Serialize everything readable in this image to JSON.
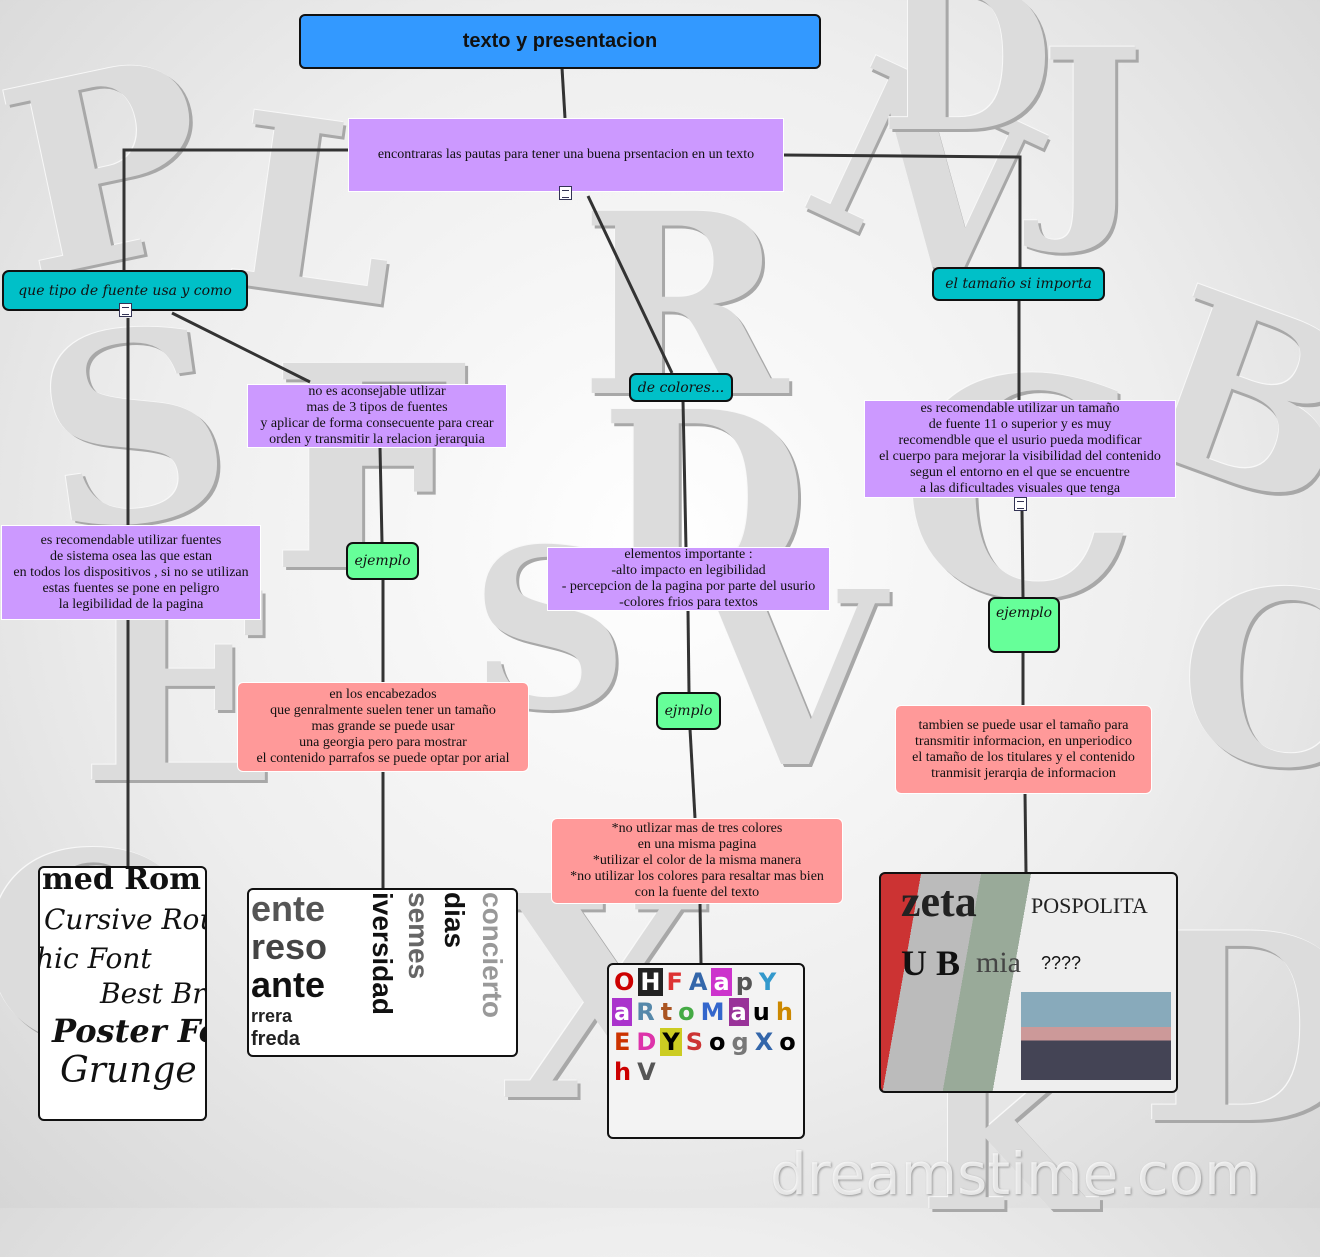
{
  "title": "texto y presentacion",
  "main": "encontraras las pautas para tener una buena prsentacion en un texto",
  "branches": {
    "fuente": {
      "label": "que tipo de fuente usa y como",
      "sistema": "es recomendable utilizar fuentes\nde sistema osea las que estan\nen todos los dispositivos , si no se utilizan\nestas fuentes se pone en peligro\nla legibilidad de la pagina",
      "tipos": "no es aconsejable utlizar\nmas de 3 tipos de fuentes\ny aplicar de forma consecuente para crear\norden  y transmitir la relacion jerarquia",
      "ejemplo": "ejemplo",
      "ejemplo_text": "en los encabezados\nque genralmente suelen tener un tamaño\nmas grande se puede usar\nuna georgia pero para mostrar\nel contenido parrafos se puede optar por arial"
    },
    "colores": {
      "label": "de colores...",
      "elementos": "elementos importante :\n-alto impacto en legibilidad\n- percepcion de la pagina por parte del usurio\n-colores frios para textos",
      "ejemplo": "ejmplo",
      "ejemplo_text": "*no utlizar mas de tres colores\nen una misma pagina\n*utilizar el color de la misma manera\n*no utilizar los colores para resaltar mas bien\ncon la fuente del texto"
    },
    "tamano": {
      "label": "el tamaño si importa",
      "recomendacion": "es recomendable utilizar un tamaño\nde fuente 11 o superior y es muy\nrecomendble que el usurio pueda modificar\nel cuerpo para mejorar la visibilidad del contenido\nsegun el entorno en el que se encuentre\na las dificultades visuales que tenga",
      "ejemplo": "ejemplo",
      "ejemplo_text": "tambien se puede usar el tamaño para\ntransmitir informacion, en unperiodico\nel tamaño de los titulares y el contenido\ntranmisit jerarqia de informacion"
    }
  },
  "images": {
    "fonts": [
      "med Rom",
      "Cursive Rou",
      "hic Font",
      "Best Br",
      "Poster Fo",
      "Grunge"
    ],
    "typography": [
      "ente",
      "reso",
      "ante",
      "rrera",
      "freda",
      "iversidad",
      "semes",
      "dias",
      "concierto"
    ],
    "ransom": [
      "O",
      "H",
      "F",
      "A",
      "a",
      "p",
      "Y",
      "a",
      "R",
      "t",
      "o",
      "M",
      "a",
      "u",
      "h",
      "E",
      "D",
      "Y",
      "S",
      "o",
      "g",
      "X",
      "o",
      "h",
      "V"
    ],
    "newspaper": [
      "zeta",
      "POSPOLITA",
      "mia",
      "U B",
      "????"
    ]
  },
  "watermark": "dreamstime.com",
  "colors": {
    "title": "#3399ff",
    "concept": "#cc99ff",
    "branch": "#00c0c8",
    "example": "#66ff99",
    "detail": "#ff9999"
  }
}
